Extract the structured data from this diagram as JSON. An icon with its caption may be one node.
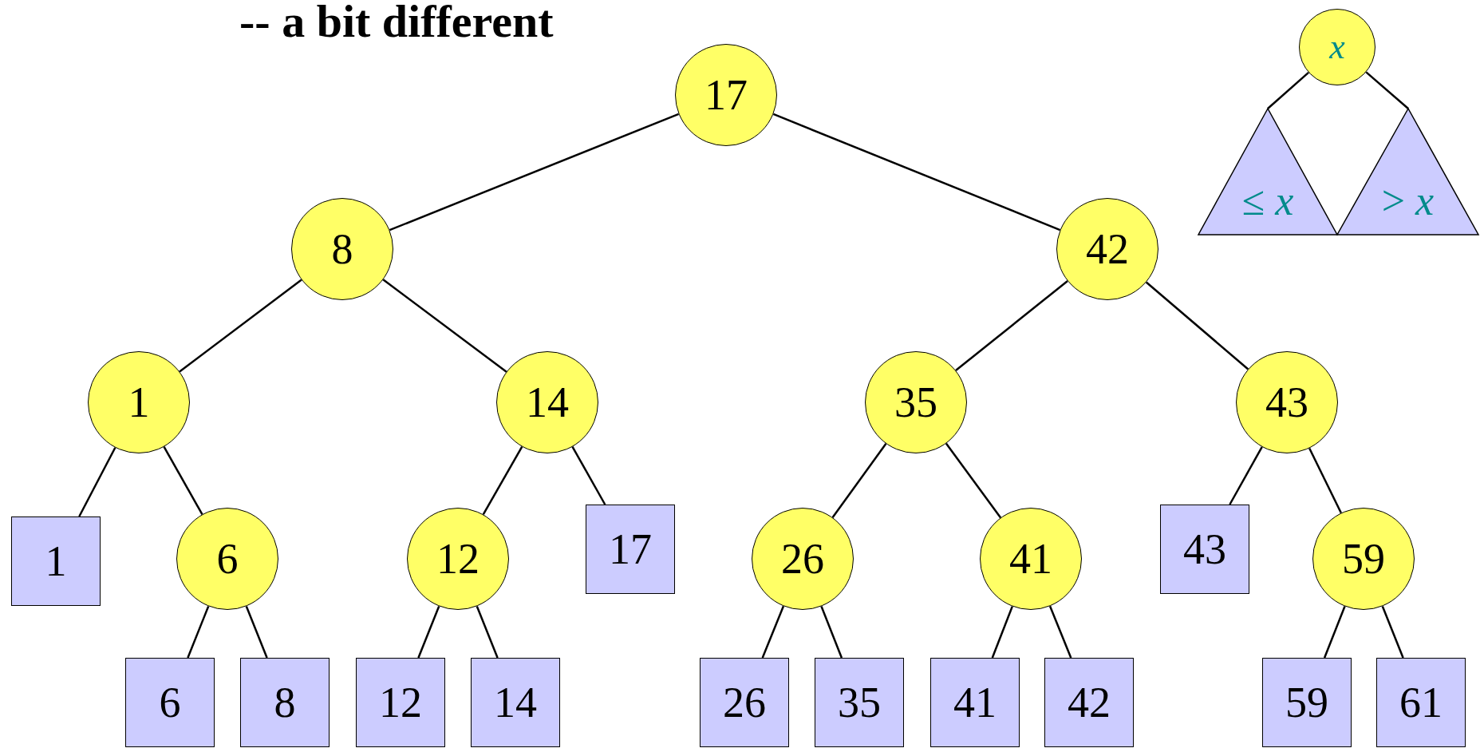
{
  "diagram": {
    "title": "-- a bit different",
    "nodes": [
      {
        "text": [
          "17"
        ]
      },
      {
        "text": [
          "8"
        ]
      },
      {
        "text": [
          "42"
        ]
      },
      {
        "text": [
          "1"
        ]
      },
      {
        "text": [
          "14"
        ]
      },
      {
        "text": [
          "35"
        ]
      },
      {
        "text": [
          "43"
        ]
      },
      {
        "text": [
          "1"
        ]
      },
      {
        "text": [
          "6"
        ]
      },
      {
        "text": [
          "12"
        ]
      },
      {
        "text": [
          "17"
        ]
      },
      {
        "text": [
          "26"
        ]
      },
      {
        "text": [
          "41"
        ]
      },
      {
        "text": [
          "43"
        ]
      },
      {
        "text": [
          "59"
        ]
      },
      {
        "text": [
          "6"
        ]
      },
      {
        "text": [
          "8"
        ]
      },
      {
        "text": [
          "12"
        ]
      },
      {
        "text": [
          "14"
        ]
      },
      {
        "text": [
          "26"
        ]
      },
      {
        "text": [
          "35"
        ]
      },
      {
        "text": [
          "41"
        ]
      },
      {
        "text": [
          "42"
        ]
      },
      {
        "text": [
          "59"
        ]
      },
      {
        "text": [
          "61"
        ]
      },
      {
        "text": [
          "x"
        ]
      },
      {
        "text": [
          "≤ *x*"
        ]
      },
      {
        "text": [
          "> *x*"
        ]
      }
    ],
    "edges": [
      {
        "from": 0,
        "to": 1,
        "arrow": "none"
      },
      {
        "from": 0,
        "to": 2,
        "arrow": "none"
      },
      {
        "from": 1,
        "to": 3,
        "arrow": "none"
      },
      {
        "from": 1,
        "to": 4,
        "arrow": "none"
      },
      {
        "from": 2,
        "to": 5,
        "arrow": "none"
      },
      {
        "from": 2,
        "to": 6,
        "arrow": "none"
      },
      {
        "from": 3,
        "to": 7,
        "arrow": "none"
      },
      {
        "from": 3,
        "to": 8,
        "arrow": "none"
      },
      {
        "from": 4,
        "to": 9,
        "arrow": "none"
      },
      {
        "from": 4,
        "to": 10,
        "arrow": "none"
      },
      {
        "from": 5,
        "to": 11,
        "arrow": "none"
      },
      {
        "from": 5,
        "to": 12,
        "arrow": "none"
      },
      {
        "from": 6,
        "to": 13,
        "arrow": "none"
      },
      {
        "from": 6,
        "to": 14,
        "arrow": "none"
      },
      {
        "from": 8,
        "to": 15,
        "arrow": "none"
      },
      {
        "from": 8,
        "to": 16,
        "arrow": "none"
      },
      {
        "from": 9,
        "to": 17,
        "arrow": "none"
      },
      {
        "from": 9,
        "to": 18,
        "arrow": "none"
      },
      {
        "from": 11,
        "to": 19,
        "arrow": "none"
      },
      {
        "from": 11,
        "to": 20,
        "arrow": "none"
      },
      {
        "from": 12,
        "to": 21,
        "arrow": "none"
      },
      {
        "from": 12,
        "to": 22,
        "arrow": "none"
      },
      {
        "from": 14,
        "to": 23,
        "arrow": "none"
      },
      {
        "from": 14,
        "to": 24,
        "arrow": "none"
      },
      {
        "from": 25,
        "to": 26,
        "arrow": "none"
      },
      {
        "from": 25,
        "to": 27,
        "arrow": "none"
      }
    ]
  }
}
